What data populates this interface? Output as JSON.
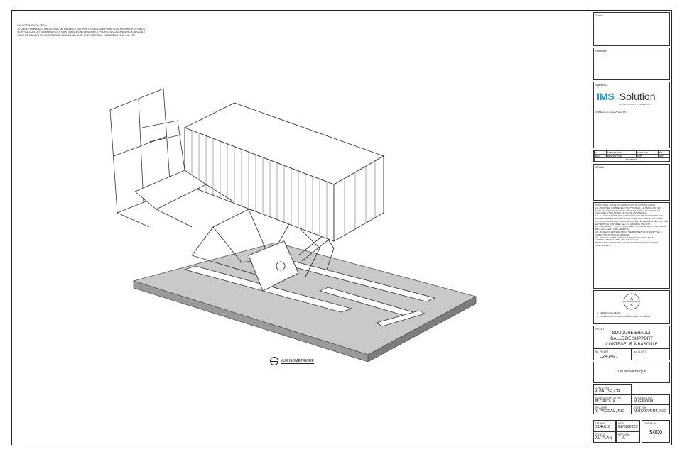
{
  "notes": {
    "heading": "IMS NOT IMS SOLUTION",
    "lines": [
      "- CONCEPTION DES FONDATIONS DE DALLE DE SUPPORT A BASCULE POUR CONTENEUR DE 20 PIEDS",
      "  VERIFICATION DES MEMBRURES STRUCTURALES NECESSAIRES POUR LES CONTENEURS A BASCULE",
      "",
      "SOUS LE MANDAT DE LA SOUDURE BRAULT, AU 1150, RUE GARNEAU, LONGUEUIL, QC, J4G 1E7"
    ]
  },
  "view": {
    "title": "VUE ISOMÉTRIQUE"
  },
  "title_block": {
    "client_label": "Client :",
    "partner_label": "Partenaire :",
    "engineer_label": "Ingénieurs :",
    "logo": {
      "ims": "IMS",
      "solution": "Solution",
      "tagline": "GÉNIE CONSEIL • ENGINEERING"
    },
    "address": "9358 Boul. Lebourgneuf, Suite 370",
    "revision": {
      "rows": [
        {
          "no": "A",
          "description": "APPROBATION",
          "date": "02/08/2025",
          "by": "A.B."
        }
      ],
      "headers": {
        "no": "REV.",
        "description": "DESCRIPTION",
        "date": "DATE",
        "by": "PAR"
      },
      "caption": "RÉVISIONS"
    },
    "seal_label": "SCEAU :",
    "general_notes": {
      "heading": "STRUCTURE - NOTE DE FABRICATION ET D'INSTALLATION",
      "paragraphs": [
        "1.0 - AVANT DE COMMENCER TOUT TRAVAIL, LE FABRICANT EST TENU DE VÉRIFIER TOUTES LES DIMENSIONS ET NIVEAUX AU CHANTIER ET DE SIGNALER TOUTE DIVERGENCE.",
        "1.1 - LA CONCEPTION EST CONFORME AUX PRESCRIPTIONS DES NORMES CSA EN VIGUEUR ET DU CODE NATIONAL DU BÂTIMENT.",
        "2.0 - LES TRAVAUX DE SOUDURE DOIVENT ÊTRE EXÉCUTÉS PAR UNE ENTREPRISE CERTIFIÉE SELON LA NORME CSA W47.1.",
        "3.0 - MATÉRIAUX : - PLATS PROFILÉS - COLONNE, HSS, CONTENEUR - BOULONS A325 - SCELLEMENTS",
        "4.0 - NIVEAUX, ÉPAISSEURS ET MEMBRURES SONT SUJETTES À VÉRIFICATION PAR L'INGÉNIEUR.",
        "5.0 - AUCUNE MODIFICATION NE DOIT ÊTRE FAITE SANS L'APPROBATION ÉCRITE DE L'INGÉNIEUR.",
        "INSPECTION ET TESTS DE SOUDAGE PAR UN LABORATOIRE INDÉPENDANT."
      ]
    },
    "legend": {
      "top": "A",
      "bottom": "B",
      "line_a": "A : NUMÉRO DU DÉTAIL",
      "line_b": "B : NUMÉRO DE LA FEUILLE DEMANDANT LE DÉTAIL"
    },
    "project": {
      "label": "PROJET",
      "lines": [
        "SOUDURE BRAULT",
        "DALLE DE SUPPORT",
        "CONTENEUR À BASCULE"
      ]
    },
    "project_no_label": "No. PROJET",
    "project_no": "C24-146.1",
    "client_no_label": "No. CLIENT",
    "client_no": "",
    "sheet_title": "VUE ISOMÉTRIQUE",
    "designed_by_label": "CONÇU PAR",
    "designed_by": "A.BALDE, CPI",
    "modeled_by_label": "MODÉLISATION 3D PAR",
    "modeled_by": "M.GIROUX",
    "drawn_by_label": "DESSINÉ 2D PAR",
    "drawn_by": "M.GIROUX",
    "reviewed_by_label": "REVU PAR",
    "reviewed_by": "Y. PAGEAU, ING",
    "signed_by_label": "SIGNÉ PAR",
    "signed_by": "M.BOISVERT, ING",
    "format_label": "FORMAT",
    "format": "914x610",
    "date_label": "DATE",
    "date": "02/08/2025",
    "scale_label": "ÉCHELLE",
    "scale": "AU PLAN",
    "revision_label": "RÉVISION",
    "revision_value": "A",
    "sheet_no_label": "FEUILLE No.",
    "sheet_no": "S000"
  }
}
